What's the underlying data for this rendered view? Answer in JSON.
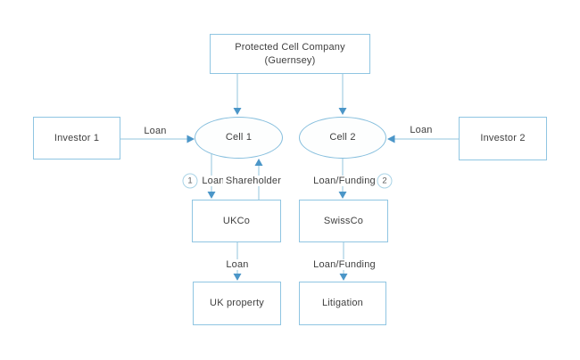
{
  "diagram": {
    "nodes": {
      "pcc": {
        "line1": "Protected Cell Company",
        "line2": "(Guernsey)"
      },
      "investor1": {
        "label": "Investor 1"
      },
      "investor2": {
        "label": "Investor 2"
      },
      "cell1": {
        "label": "Cell 1"
      },
      "cell2": {
        "label": "Cell 2"
      },
      "ukco": {
        "label": "UKCo"
      },
      "swissco": {
        "label": "SwissCo"
      },
      "uk_property": {
        "label": "UK property"
      },
      "litigation": {
        "label": "Litigation"
      }
    },
    "edge_labels": {
      "investor1_to_cell1": "Loan",
      "investor2_to_cell2": "Loan",
      "cell1_to_ukco": "Loan",
      "ukco_to_cell1": "Shareholder",
      "cell2_to_swissco": "Loan/Funding",
      "ukco_to_uk_property": "Loan",
      "swissco_to_litigation": "Loan/Funding"
    },
    "badges": {
      "one": "1",
      "two": "2"
    },
    "colors": {
      "box_border": "#8fc5e2",
      "ellipse_border": "#85bedd",
      "connector_line": "#93c6de",
      "arrowhead": "#4b96c8",
      "text": "#3f3f3f",
      "background": "#ffffff"
    }
  }
}
